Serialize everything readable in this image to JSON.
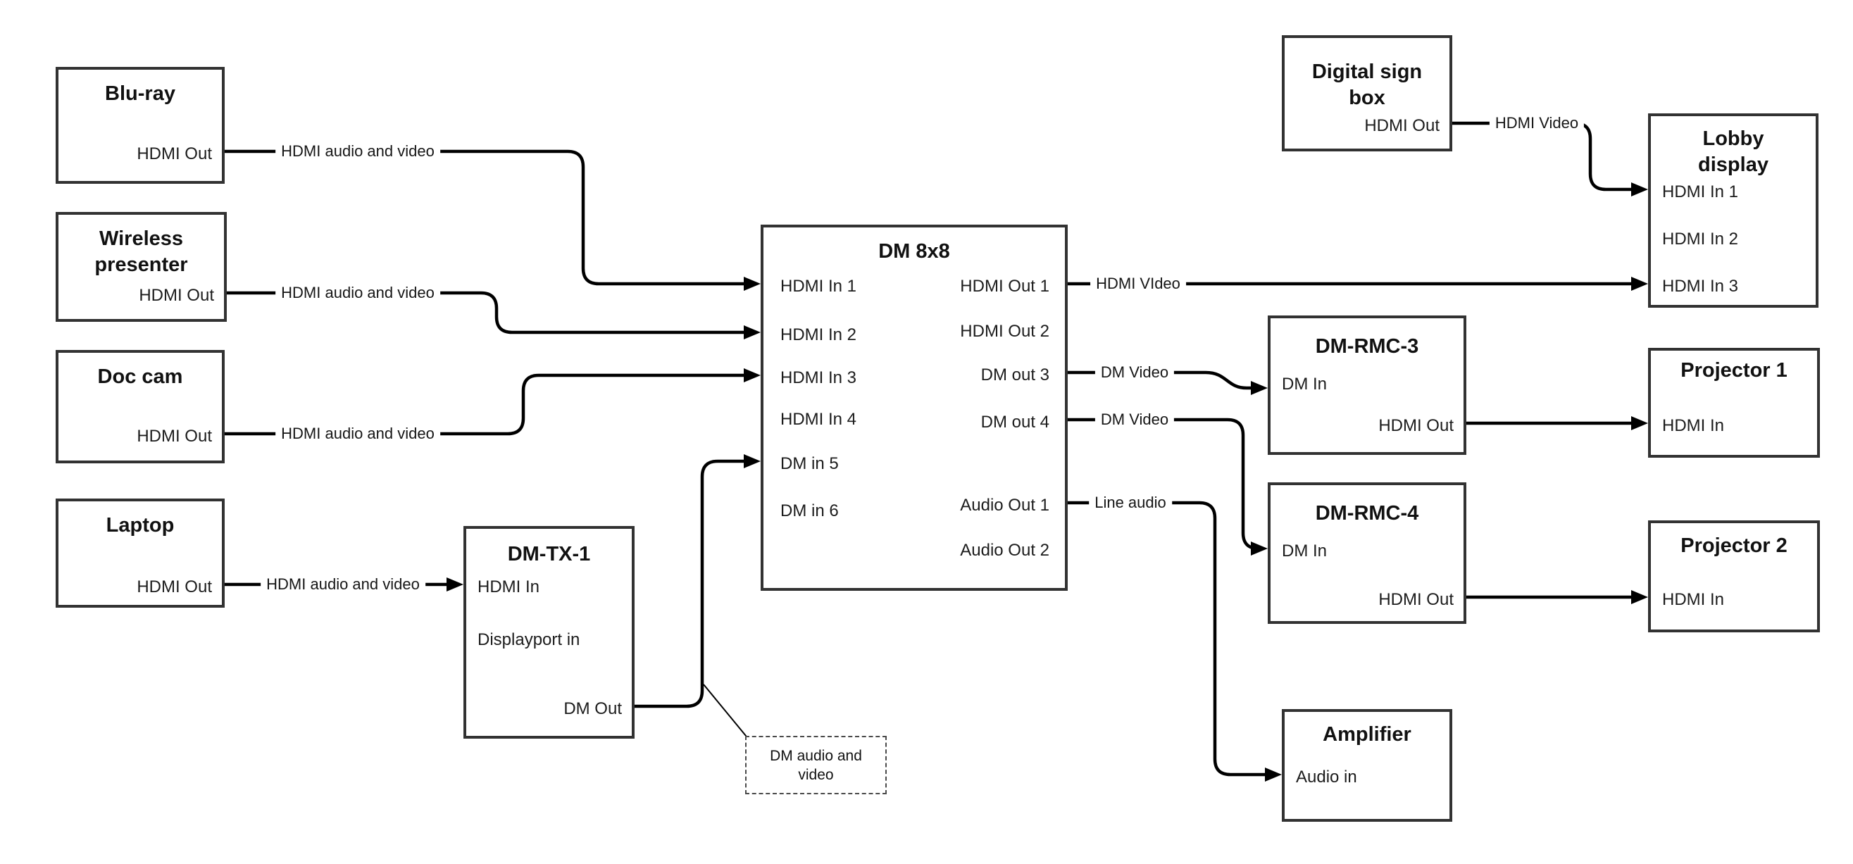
{
  "diagram": {
    "background_color": "#ffffff",
    "wire_color": "#000000",
    "box_border_color": "#323232",
    "text_color": "#111111"
  },
  "nodes": {
    "bluray": {
      "title": "Blu-ray",
      "ports": {
        "hdmi_out": "HDMI Out"
      }
    },
    "wireless": {
      "title": "Wireless\npresenter",
      "ports": {
        "hdmi_out": "HDMI Out"
      }
    },
    "doccam": {
      "title": "Doc cam",
      "ports": {
        "hdmi_out": "HDMI Out"
      }
    },
    "laptop": {
      "title": "Laptop",
      "ports": {
        "hdmi_out": "HDMI Out"
      }
    },
    "dmtx1": {
      "title": "DM-TX-1",
      "ports": {
        "hdmi_in": "HDMI In",
        "dp_in": "Displayport in",
        "dm_out": "DM Out"
      }
    },
    "dm8x8": {
      "title": "DM 8x8",
      "ports": {
        "in1": "HDMI In 1",
        "in2": "HDMI In 2",
        "in3": "HDMI In 3",
        "in4": "HDMI In 4",
        "in5": "DM in 5",
        "in6": "DM in 6",
        "out1": "HDMI Out 1",
        "out2": "HDMI Out 2",
        "out3": "DM out 3",
        "out4": "DM out 4",
        "aout1": "Audio Out 1",
        "aout2": "Audio Out 2"
      }
    },
    "digitalsign": {
      "title": "Digital sign\nbox",
      "ports": {
        "hdmi_out": "HDMI Out"
      }
    },
    "lobby": {
      "title": "Lobby\ndisplay",
      "ports": {
        "in1": "HDMI In 1",
        "in2": "HDMI In 2",
        "in3": "HDMI In 3"
      }
    },
    "dmrmc3": {
      "title": "DM-RMC-3",
      "ports": {
        "dm_in": "DM In",
        "hdmi_out": "HDMI Out"
      }
    },
    "proj1": {
      "title": "Projector 1",
      "ports": {
        "hdmi_in": "HDMI In"
      }
    },
    "dmrmc4": {
      "title": "DM-RMC-4",
      "ports": {
        "dm_in": "DM In",
        "hdmi_out": "HDMI Out"
      }
    },
    "proj2": {
      "title": "Projector 2",
      "ports": {
        "hdmi_in": "HDMI In"
      }
    },
    "amplifier": {
      "title": "Amplifier",
      "ports": {
        "audio_in": "Audio in"
      }
    }
  },
  "wire_labels": {
    "bluray_to_in1": "HDMI audio and video",
    "wireless_to_in2": "HDMI audio and video",
    "doccam_to_in3": "HDMI audio and video",
    "laptop_to_dmtx1": "HDMI audio and video",
    "out1_to_lobby": "HDMI VIdeo",
    "out3_to_rmc3": "DM Video",
    "out4_to_rmc4": "DM Video",
    "aout1_to_amp": "Line audio",
    "sign_to_lobby": "HDMI Video"
  },
  "note": {
    "text": "DM audio and\nvideo"
  }
}
